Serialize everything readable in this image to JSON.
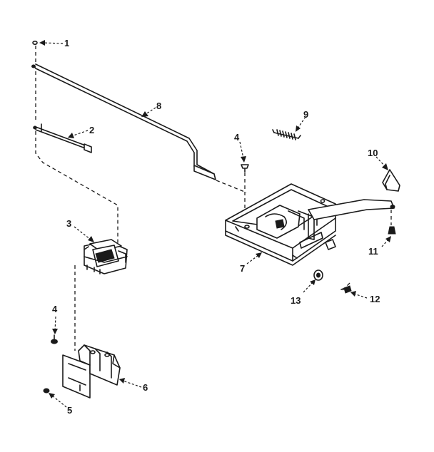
{
  "callouts": {
    "c1": "1",
    "c2": "2",
    "c3": "3",
    "c4a": "4",
    "c4b": "4",
    "c5": "5",
    "c6": "6",
    "c7": "7",
    "c8": "8",
    "c9": "9",
    "c10": "10",
    "c11": "11",
    "c12": "12",
    "c13": "13"
  }
}
